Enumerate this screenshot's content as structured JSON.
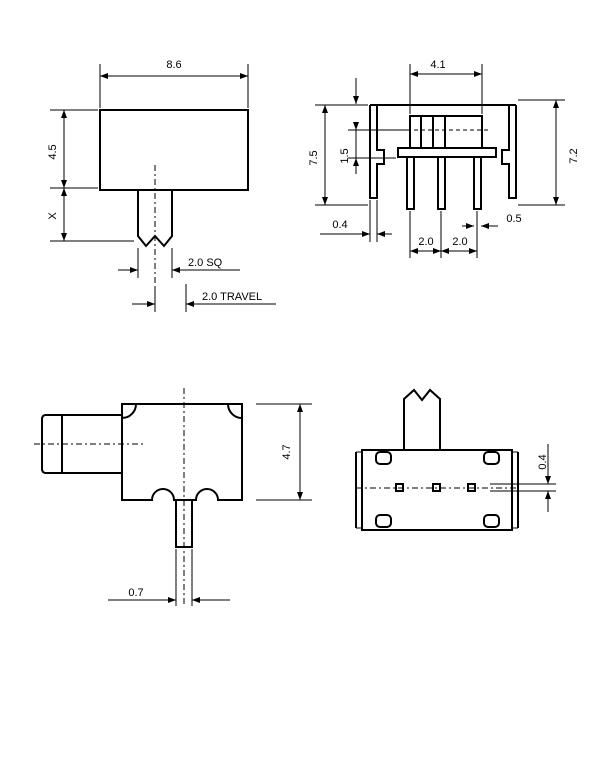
{
  "dimensions": {
    "top_left": {
      "width": "8.6",
      "body_height": "4.5",
      "actuator_height": "X",
      "actuator_square": "2.0  SQ",
      "travel": "2.0  TRAVEL"
    },
    "top_right": {
      "pin_span": "4.1",
      "total_height": "7.5",
      "lower_height": "7.2",
      "actuator_height": "1.5",
      "pin_width": "0.4",
      "pitch_left": "2.0",
      "pitch_right": "2.0",
      "pin_thickness": "0.5"
    },
    "bottom_left": {
      "height": "4.7",
      "pin_width": "0.7"
    },
    "bottom_right": {
      "offset": "0.4"
    }
  }
}
